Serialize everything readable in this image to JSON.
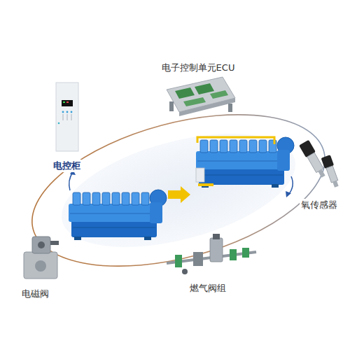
{
  "diagram": {
    "labels": [
      "电子控制单元ECU",
      "电控柜",
      "氧传感器",
      "燃气阀组",
      "电磁阀"
    ]
  }
}
